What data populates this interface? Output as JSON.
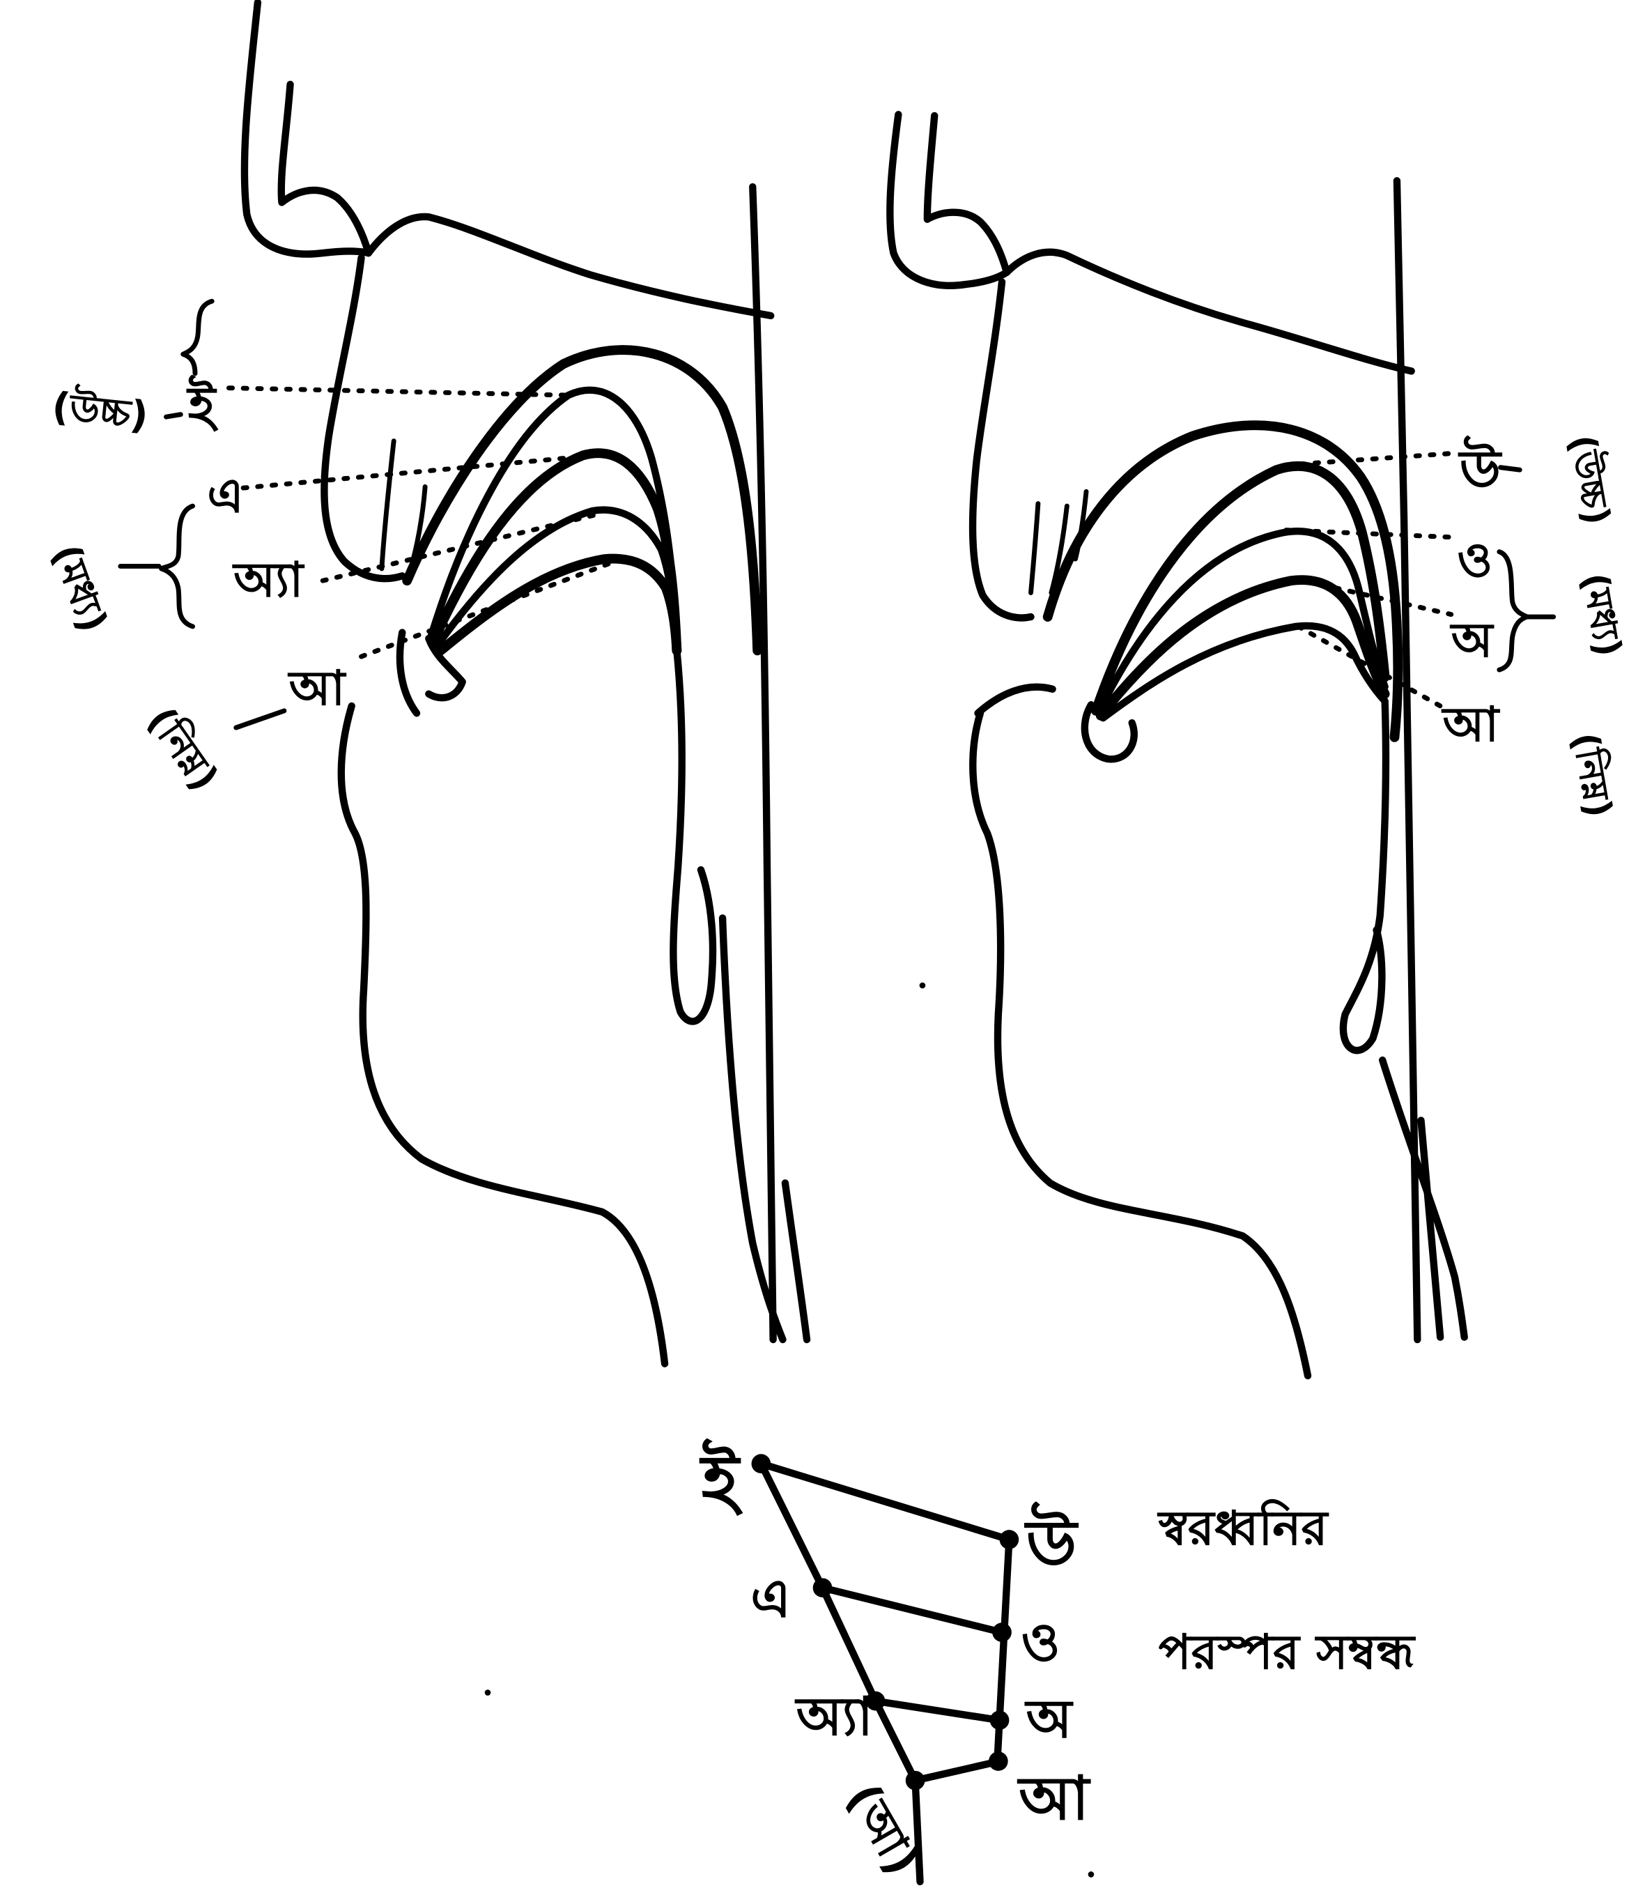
{
  "colors": {
    "ink": "#000000",
    "paper": "#ffffff"
  },
  "left_figure": {
    "high_label": "(উচ্চ)",
    "mid_label": "(মধ্য)",
    "low_label": "(নিম্ন)",
    "vowels": [
      "ই",
      "এ",
      "অ্যা",
      "আ"
    ]
  },
  "right_figure": {
    "high_label": "(উচ্চ)",
    "mid_label": "(মধ্য)",
    "low_label": "(নিম্ন)",
    "vowels": [
      "উ",
      "ও",
      "অ",
      "আ"
    ]
  },
  "vowel_chart": {
    "front_vowels": [
      "ই",
      "এ",
      "অ্যা",
      "(আ)"
    ],
    "back_vowels": [
      "উ",
      "ও",
      "অ",
      "আ"
    ],
    "caption": [
      "স্বরধ্বনির",
      "পরস্পর সম্বন্ধ"
    ]
  }
}
